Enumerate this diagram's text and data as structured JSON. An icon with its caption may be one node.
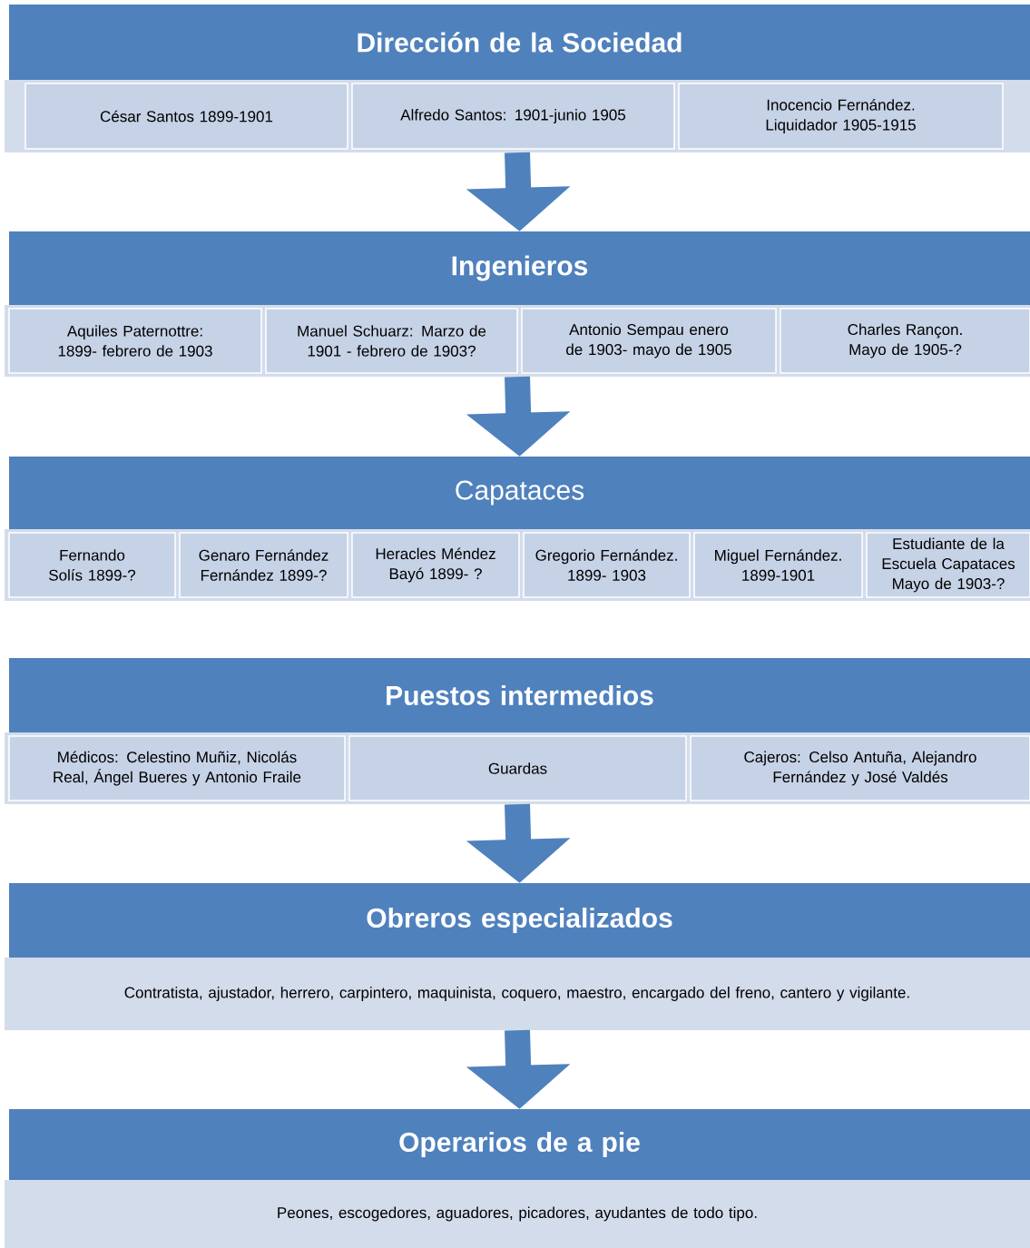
{
  "diagram": {
    "nodes": [
      {
        "text": [
          "Dirección de la Sociedad"
        ]
      },
      {
        "text": [],
        "shape": "box"
      },
      {
        "text": [
          "César Santos 1899-1901"
        ],
        "in": 1
      },
      {
        "text": [
          "Alfredo Santos: 1901-junio 1905"
        ],
        "in": 1
      },
      {
        "text": [
          "Inocencio Fernández. Liquidador 1905-1915"
        ],
        "in": 1
      },
      {
        "text": [
          "Ingenieros"
        ]
      },
      {
        "text": [],
        "shape": "box"
      },
      {
        "text": [
          "Aquiles Paternottre: 1899- febrero de 1903"
        ],
        "in": 6
      },
      {
        "text": [
          "Manuel Schuarz:  Marzo de 1901 - febrero de 1903?"
        ],
        "in": 6
      },
      {
        "text": [
          "Antonio Sempau enero de 1903- mayo de 1905"
        ],
        "in": 6
      },
      {
        "text": [
          "Charles Rançon. Mayo de 1905-?"
        ],
        "in": 6
      },
      {
        "text": [
          "Capataces"
        ]
      },
      {
        "text": [],
        "shape": "box"
      },
      {
        "text": [
          "Fernando Solís 1899-?"
        ],
        "in": 12
      },
      {
        "text": [
          "Genaro Fernández Fernández 1899-?"
        ],
        "in": 12
      },
      {
        "text": [
          "Heracles Méndez Bayó 1899- ?"
        ],
        "in": 12
      },
      {
        "text": [
          "Gregorio Fernández. 1899- 1903"
        ],
        "in": 12
      },
      {
        "text": [
          "Miguel Fernández. 1899-1901"
        ],
        "in": 12
      },
      {
        "text": [
          "Estudiante de la Escuela Capataces Mayo de 1903-?"
        ],
        "in": 12
      },
      {
        "text": [
          "Puestos intermedios"
        ]
      },
      {
        "text": [],
        "shape": "box"
      },
      {
        "text": [
          "Médicos:  Celestino  Muñiz, Nicolás Real, Ángel Bueres y Antonio Fraile"
        ],
        "in": 20
      },
      {
        "text": [
          "Guardas"
        ],
        "in": 20
      },
      {
        "text": [
          "Cajeros: Celso Antuña, Alejandro Fernández y José Valdés"
        ],
        "in": 20
      },
      {
        "text": [
          "Obreros especializados"
        ]
      },
      {
        "text": [
          "Contratista, ajustador, herrero, carpintero, maquinista, coquero, maestro, encargado del freno, cantero y vigilante."
        ]
      },
      {
        "text": [
          "Operarios de a pie"
        ]
      },
      {
        "text": [
          "Peones, escogedores, aguadores, picadores, ayudantes de todo tipo."
        ]
      }
    ],
    "edges": [
      {
        "from": 1,
        "to": 5,
        "arrow": "to"
      },
      {
        "from": 6,
        "to": 11,
        "arrow": "to"
      },
      {
        "from": 20,
        "to": 24,
        "arrow": "to"
      },
      {
        "from": 25,
        "to": 26,
        "arrow": "to"
      }
    ]
  }
}
